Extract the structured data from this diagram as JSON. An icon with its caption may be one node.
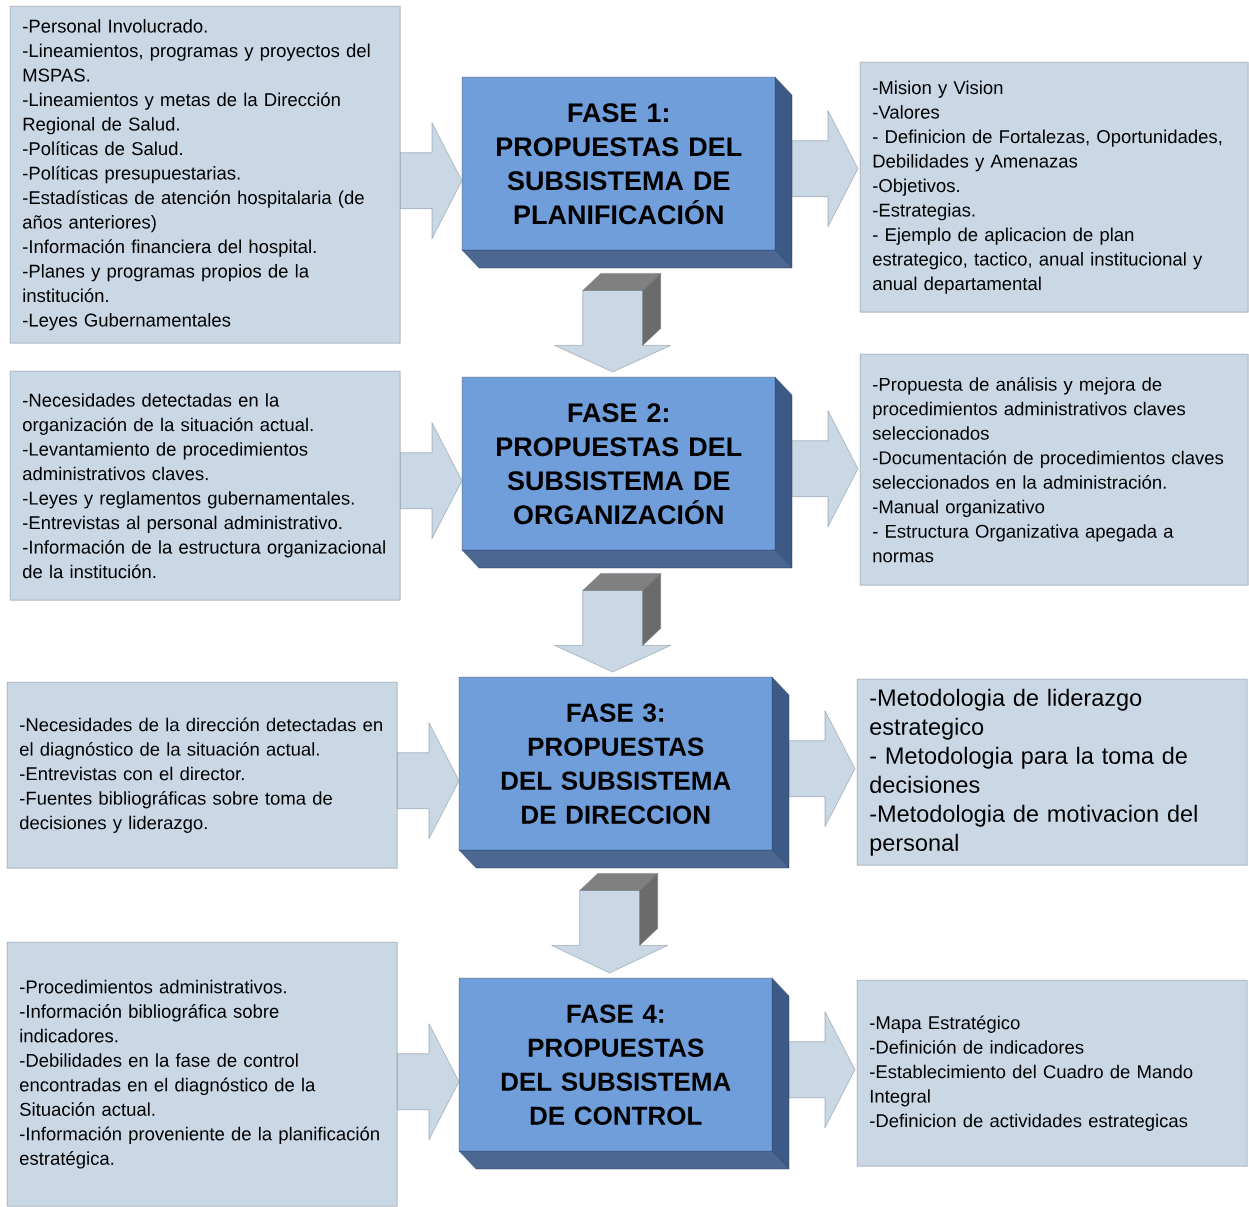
{
  "diagram": {
    "nodes": [
      {
        "text": [
          "-Personal Involucrado.",
          "-Lineamientos, programas y proyectos del MSPAS.",
          "-Lineamientos y metas de la Dirección Regional de Salud.",
          "-Políticas de Salud.",
          "-Políticas presupuestarias.",
          "-Estadísticas de atención hospitalaria (de años anteriores)",
          "-Información financiera del hospital.",
          "-Planes y programas propios de la institución.",
          "-Leyes Gubernamentales"
        ]
      },
      {
        "text": [
          "FASE 1:",
          "PROPUESTAS DEL SUBSISTEMA DE PLANIFICACIÓN"
        ]
      },
      {
        "text": [
          "-Mision y Vision",
          "-Valores",
          "- Definicion de Fortalezas, Oportunidades, Debilidades y Amenazas",
          "-Objetivos.",
          "-Estrategias.",
          "- Ejemplo de aplicacion de plan estrategico, tactico, anual institucional y anual departamental"
        ]
      },
      {
        "text": [
          "-Necesidades detectadas en la organización de la situación actual.",
          "-Levantamiento de procedimientos administrativos claves.",
          "-Leyes y reglamentos gubernamentales.",
          "-Entrevistas al personal administrativo.",
          "-Información de la estructura organizacional de la institución."
        ]
      },
      {
        "text": [
          "FASE 2:",
          "PROPUESTAS DEL SUBSISTEMA DE ORGANIZACIÓN"
        ]
      },
      {
        "text": [
          "-Propuesta de análisis y mejora de procedimientos administrativos claves seleccionados",
          "-Documentación de procedimientos claves seleccionados en la administración.",
          "-Manual organizativo",
          "- Estructura Organizativa apegada a normas"
        ]
      },
      {
        "text": [
          "-Necesidades de la dirección detectadas en el diagnóstico de la situación actual.",
          "-Entrevistas con el director.",
          "-Fuentes bibliográficas sobre toma de decisiones y liderazgo."
        ]
      },
      {
        "text": [
          "FASE 3:",
          "PROPUESTAS DEL SUBSISTEMA DE DIRECCION"
        ]
      },
      {
        "text": [
          "-Metodologia de liderazgo estrategico",
          "- Metodologia para la toma de decisiones",
          "-Metodologia de motivacion del personal"
        ]
      },
      {
        "text": [
          "-Procedimientos administrativos.",
          "-Información bibliográfica sobre indicadores.",
          "-Debilidades en la fase de control encontradas en el diagnóstico de la Situación actual.",
          "-Información proveniente de la planificación estratégica."
        ]
      },
      {
        "text": [
          "FASE 4:",
          "PROPUESTAS DEL SUBSISTEMA DE CONTROL"
        ]
      },
      {
        "text": [
          "-Mapa Estratégico",
          "-Definición de indicadores",
          "-Establecimiento del Cuadro de Mando Integral",
          "-Definicion de actividades estrategicas"
        ]
      }
    ],
    "edges": [
      {
        "from": 0,
        "to": 1,
        "arrow": "to"
      },
      {
        "from": 1,
        "to": 2,
        "arrow": "to"
      },
      {
        "from": 1,
        "to": 4,
        "arrow": "to"
      },
      {
        "from": 3,
        "to": 4,
        "arrow": "to"
      },
      {
        "from": 4,
        "to": 5,
        "arrow": "to"
      },
      {
        "from": 4,
        "to": 7,
        "arrow": "to"
      },
      {
        "from": 6,
        "to": 7,
        "arrow": "to"
      },
      {
        "from": 7,
        "to": 8,
        "arrow": "to"
      },
      {
        "from": 7,
        "to": 10,
        "arrow": "to"
      },
      {
        "from": 9,
        "to": 10,
        "arrow": "to"
      },
      {
        "from": 10,
        "to": 11,
        "arrow": "to"
      }
    ]
  }
}
